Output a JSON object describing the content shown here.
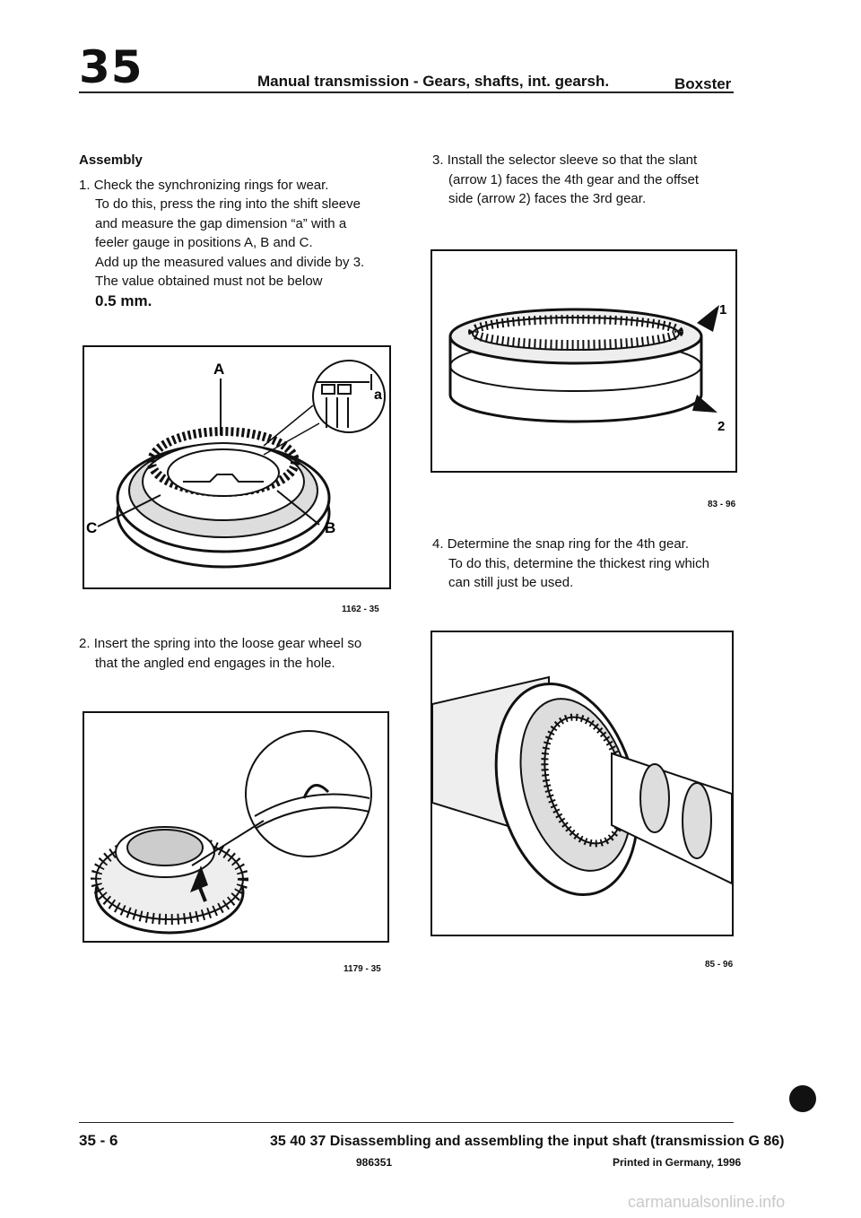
{
  "header": {
    "chapter": "35",
    "title": "Manual transmission - Gears, shafts, int. gearsh.",
    "model": "Boxster"
  },
  "left": {
    "heading": "Assembly",
    "step1": {
      "num": "1.",
      "lines": [
        "Check the synchronizing rings for wear.",
        "To do this, press the ring into the shift sleeve",
        "and measure the gap dimension “a” with a",
        "feeler gauge in positions A, B and C.",
        "Add up the measured values and divide by 3.",
        "The value obtained must not be below"
      ],
      "limit": "0.5 mm."
    },
    "figure1": {
      "ref": "1162 - 35",
      "label_a": "A",
      "label_b": "B",
      "label_c": "C",
      "label_gap": "a"
    },
    "step2": {
      "num": "2.",
      "lines": [
        "Insert the spring into the loose gear wheel so",
        "that the angled end engages in the hole."
      ]
    },
    "figure2": {
      "ref": "1179 - 35"
    }
  },
  "right": {
    "step3": {
      "num": "3.",
      "lines": [
        "Install the selector sleeve so that the slant",
        "(arrow 1) faces the 4th gear and the offset",
        "side (arrow 2) faces the 3rd gear."
      ]
    },
    "figure3": {
      "ref": "83 - 96",
      "arrow1": "1",
      "arrow2": "2"
    },
    "step4": {
      "num": "4.",
      "lines": [
        "Determine the snap ring for the 4th gear.",
        "To do this, determine the thickest ring which",
        "can still just be used."
      ]
    },
    "figure4": {
      "ref": "85 - 96"
    }
  },
  "footer": {
    "page": "35 - 6",
    "title": "35 40 37 Disassembling and assembling the input shaft (transmission G 86)",
    "doc_number": "986351",
    "printed": "Printed in Germany, 1996"
  },
  "watermark": "carmanualsonline.info"
}
